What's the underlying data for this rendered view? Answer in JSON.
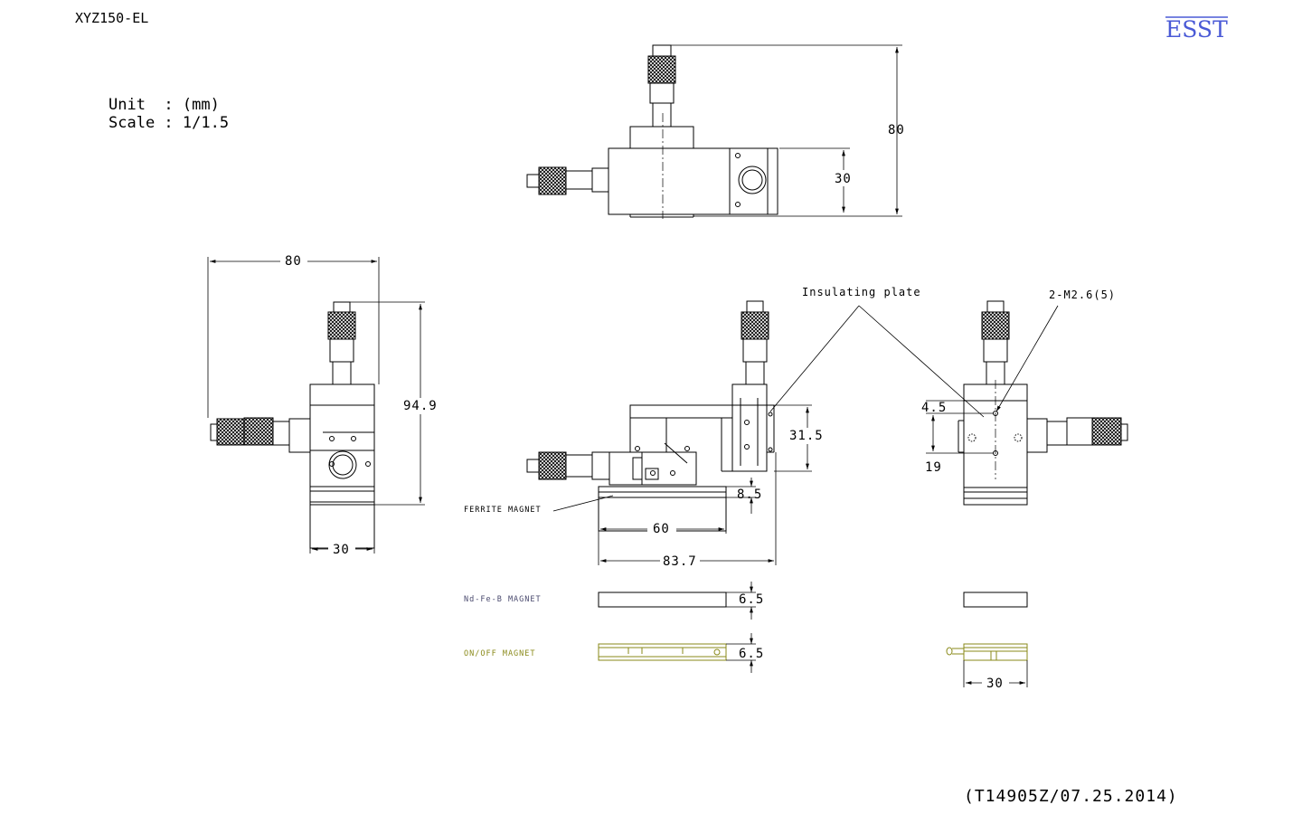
{
  "header": {
    "model": "XYZ150-EL",
    "unit_line": "Unit  : (mm)",
    "scale_line": "Scale : 1/1.5",
    "logo": "ESST",
    "drawing_code": "(T14905Z/07.25.2014)"
  },
  "dimensions": {
    "top_height": "80",
    "top_body": "30",
    "left_width": "80",
    "left_height": "94.9",
    "left_base": "30",
    "front_plate": "31.5",
    "front_base_h": "8.5",
    "front_60": "60",
    "front_total": "83.7",
    "ndfeb_h": "6.5",
    "onoff_h": "6.5",
    "side_4_5": "4.5",
    "side_19": "19",
    "onoff_side_w": "30"
  },
  "annotations": {
    "insulating_plate": "Insulating plate",
    "thread": "2-M2.6(5)",
    "ferrite": "FERRITE MAGNET",
    "ndfeb": "Nd-Fe-B MAGNET",
    "onoff": "ON/OFF MAGNET"
  },
  "colors": {
    "line": "#000000",
    "logo": "#4a5ad6",
    "ndfeb_label": "#4a4a6e",
    "onoff": "#8a8a1a"
  }
}
